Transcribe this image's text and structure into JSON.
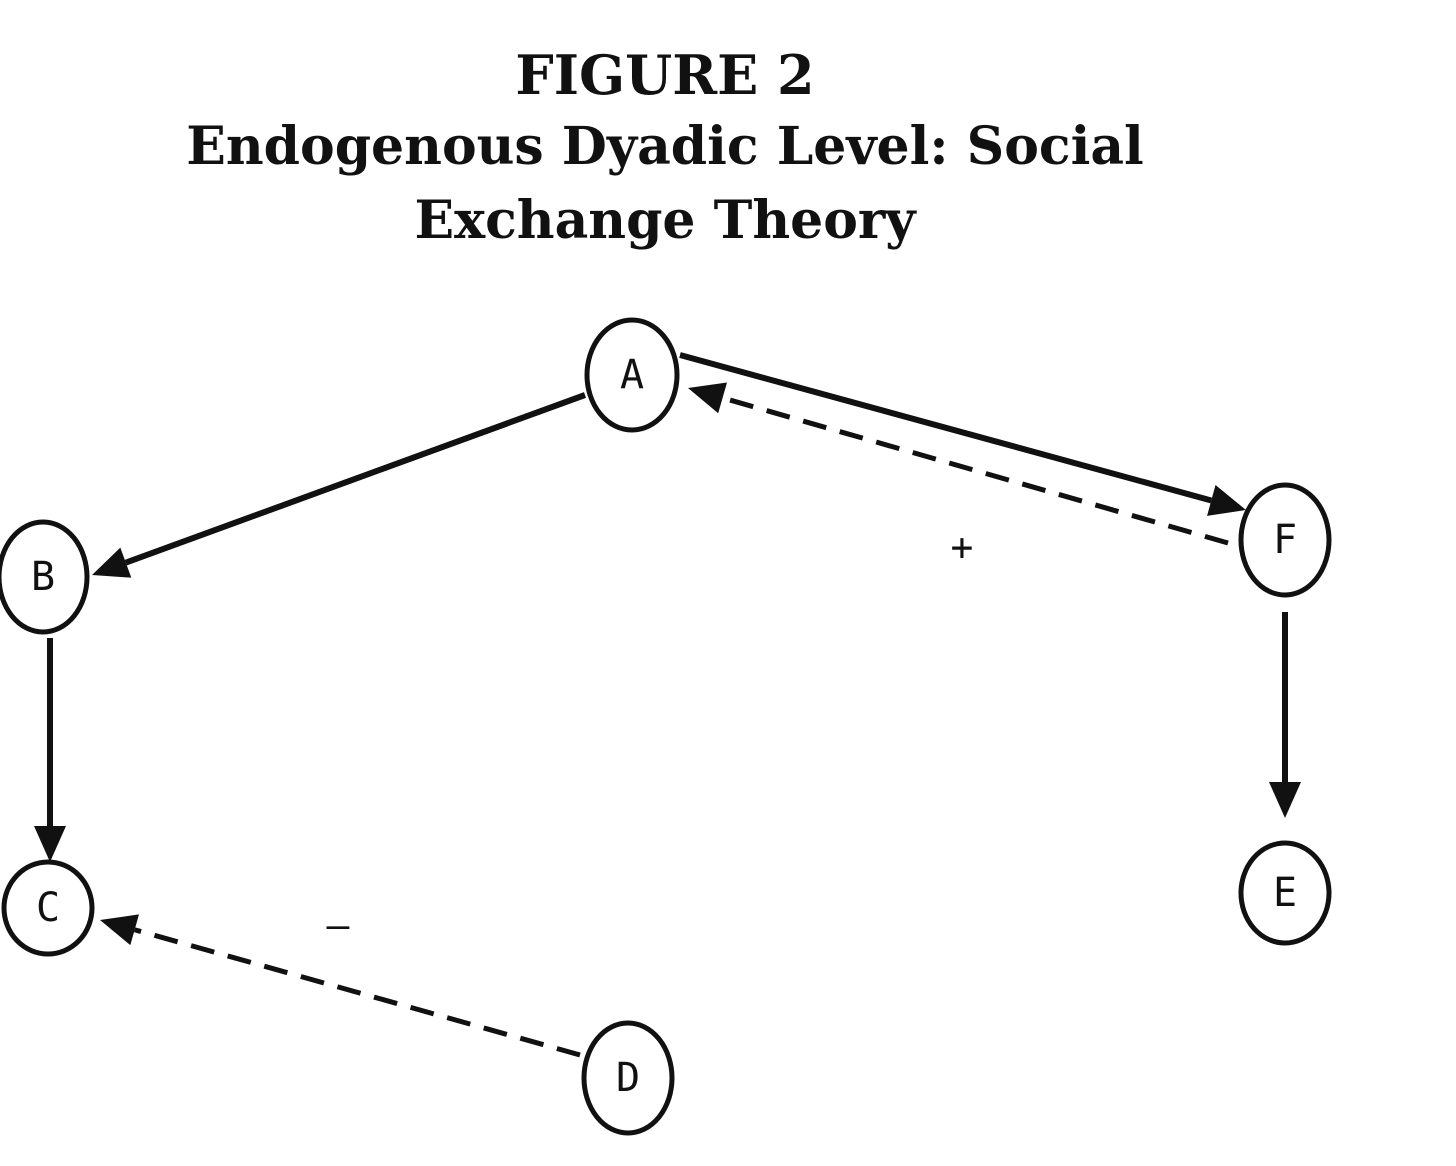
{
  "figure": {
    "label": "FIGURE 2",
    "title": "Endogenous Dyadic Level: Social Exchange Theory"
  },
  "nodes": [
    {
      "id": "A",
      "label": "A"
    },
    {
      "id": "B",
      "label": "B"
    },
    {
      "id": "C",
      "label": "C"
    },
    {
      "id": "D",
      "label": "D"
    },
    {
      "id": "E",
      "label": "E"
    },
    {
      "id": "F",
      "label": "F"
    }
  ],
  "edges": [
    {
      "from": "A",
      "to": "B",
      "style": "solid",
      "label": ""
    },
    {
      "from": "B",
      "to": "C",
      "style": "solid",
      "label": ""
    },
    {
      "from": "A",
      "to": "F",
      "style": "solid",
      "label": ""
    },
    {
      "from": "F",
      "to": "A",
      "style": "dashed",
      "label": "+"
    },
    {
      "from": "F",
      "to": "E",
      "style": "solid",
      "label": ""
    },
    {
      "from": "D",
      "to": "C",
      "style": "dashed",
      "label": "–"
    }
  ],
  "colors": {
    "ink": "#111111",
    "background": "#ffffff"
  }
}
